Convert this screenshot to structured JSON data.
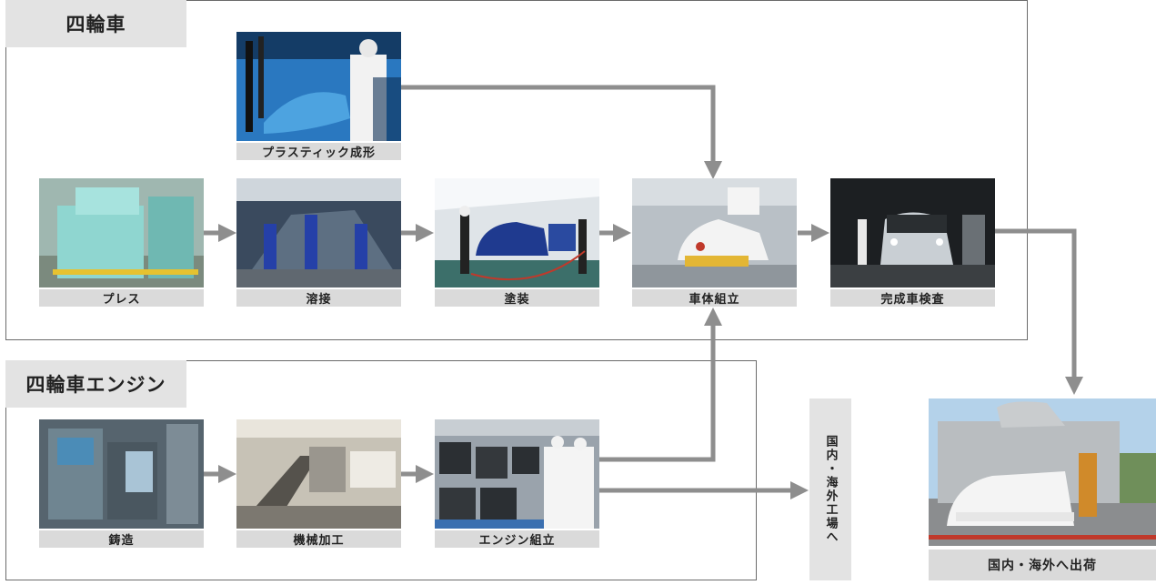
{
  "sections": {
    "car": {
      "title": "四輪車"
    },
    "engine": {
      "title": "四輪車エンジン"
    }
  },
  "processes": {
    "plastic": "プラスティック成形",
    "press": "プレス",
    "welding": "溶接",
    "painting": "塗装",
    "assembly": "車体組立",
    "inspection": "完成車検査",
    "casting": "鋳造",
    "machining": "機械加工",
    "engine_assembly": "エンジン組立"
  },
  "overseas_label": "国内・海外工場へ",
  "shipping_label": "国内・海外へ出荷",
  "colors": {
    "arrow": "#8e8e8e",
    "label_bg": "#dadada",
    "title_bg": "#e3e3e3",
    "border": "#6b6b6b"
  }
}
